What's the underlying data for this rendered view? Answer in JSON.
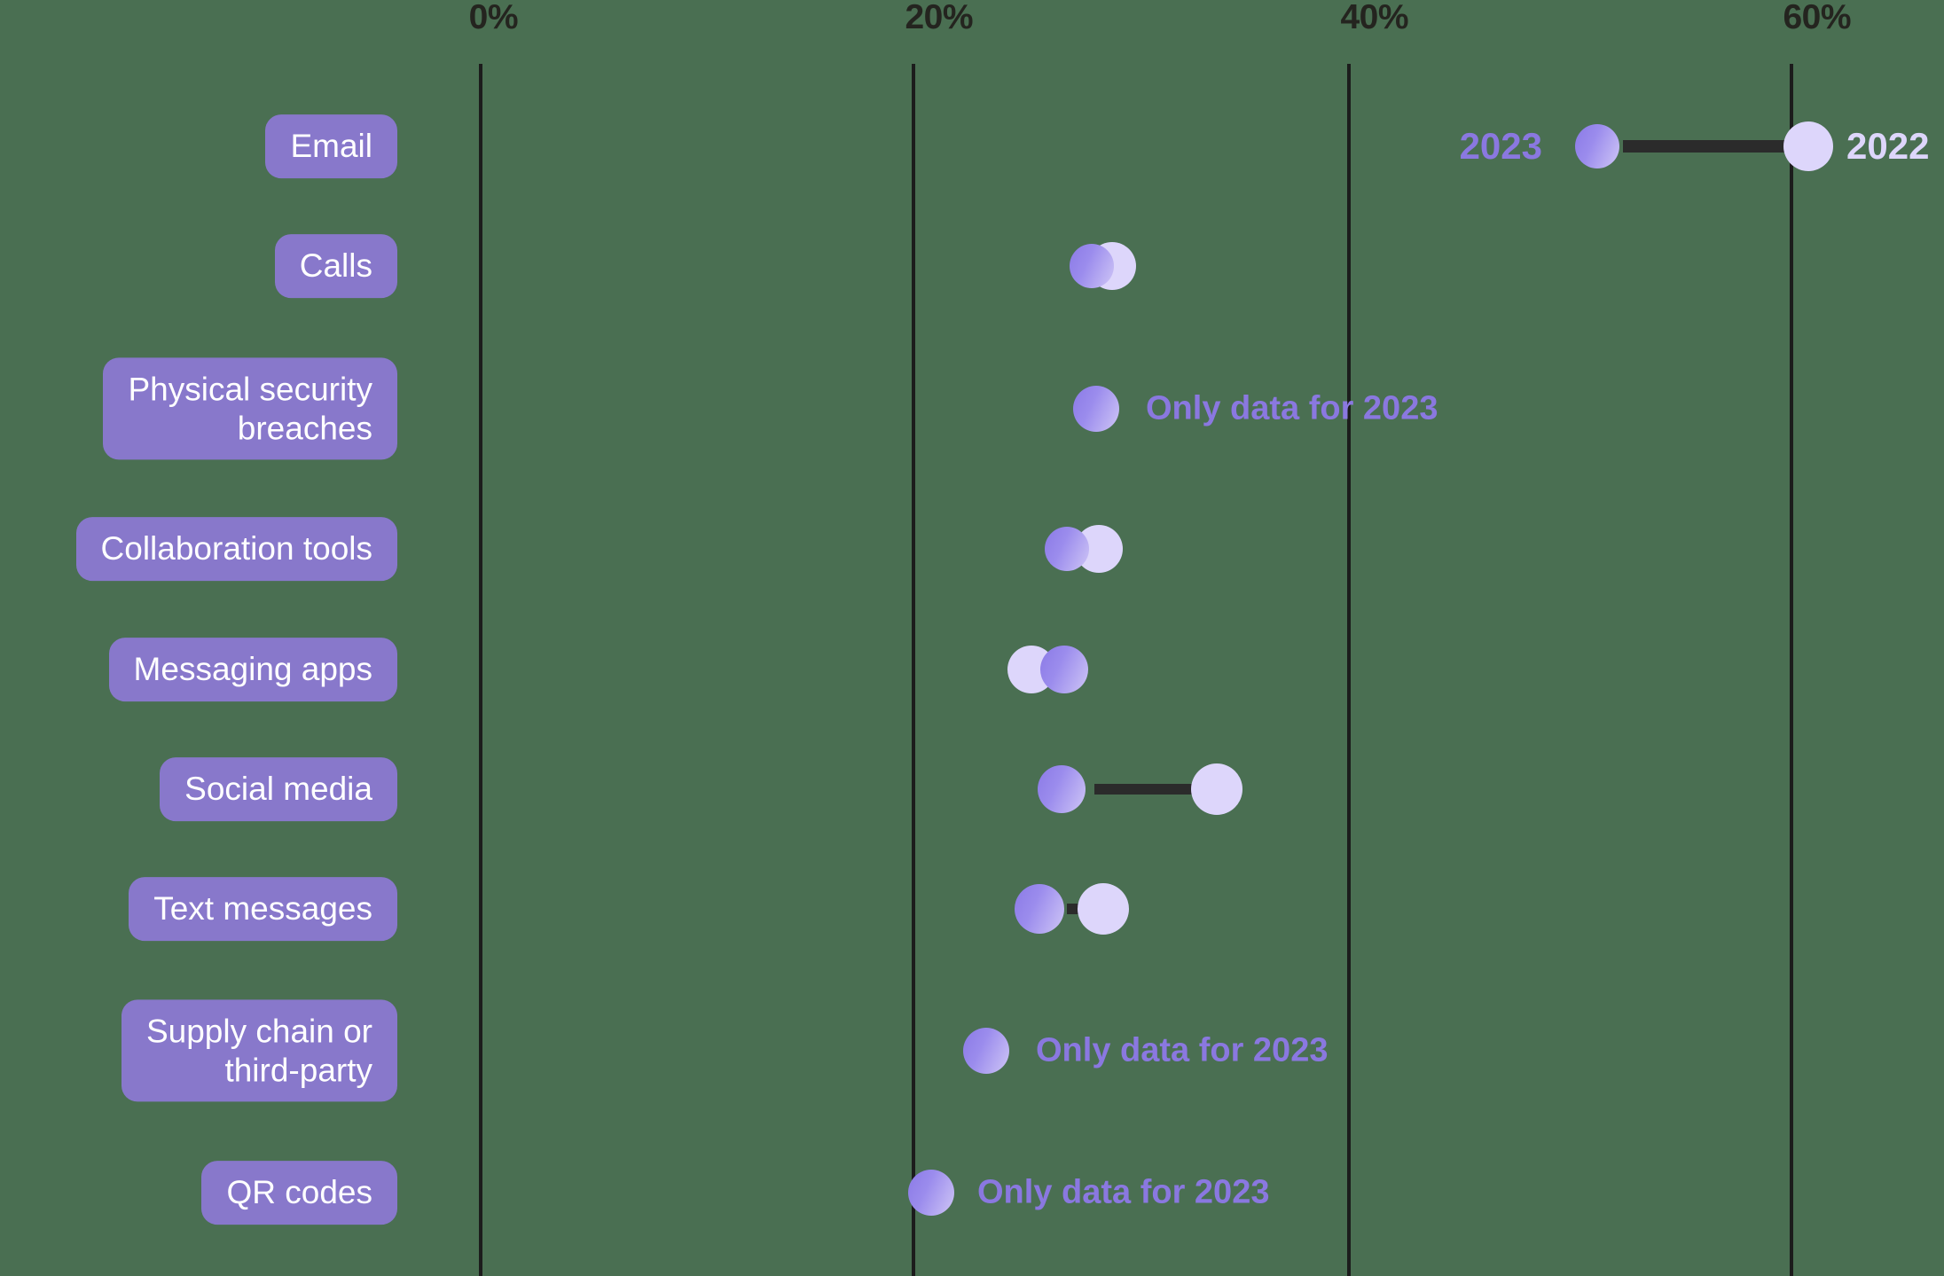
{
  "chart_data": {
    "type": "scatter",
    "subtype": "dumbbell",
    "title": "",
    "xlabel": "",
    "ylabel": "",
    "xlim": [
      -3,
      64
    ],
    "xticks": [
      0,
      20,
      40,
      60
    ],
    "xticklabels": [
      "0%",
      "20%",
      "40%",
      "60%"
    ],
    "grid": true,
    "legend_position": "top-right",
    "series": [
      {
        "name": "2023",
        "color": "#8a78e0"
      },
      {
        "name": "2022",
        "color": "#ddd6fb"
      }
    ],
    "categories": [
      "Email",
      "Calls",
      "Physical security breaches",
      "Collaboration tools",
      "Messaging apps",
      "Social media",
      "Text messages",
      "Supply chain or third-party",
      "QR codes"
    ],
    "points": [
      {
        "category": "Email",
        "v2023": 51.5,
        "v2022": 61.0,
        "note": ""
      },
      {
        "category": "Calls",
        "v2023": 28.0,
        "v2022": 29.0,
        "note": ""
      },
      {
        "category": "Physical security breaches",
        "v2023": 28.2,
        "v2022": null,
        "note": "Only data for 2023"
      },
      {
        "category": "Collaboration tools",
        "v2023": 26.9,
        "v2022": 28.4,
        "note": ""
      },
      {
        "category": "Messaging apps",
        "v2023": 26.8,
        "v2022": 25.4,
        "note": ""
      },
      {
        "category": "Social media",
        "v2023": 26.7,
        "v2022": 33.8,
        "note": ""
      },
      {
        "category": "Text messages",
        "v2023": 25.6,
        "v2022": 28.5,
        "note": ""
      },
      {
        "category": "Supply chain or third-party",
        "v2023": 23.1,
        "v2022": null,
        "note": "Only data for 2023"
      },
      {
        "category": "QR codes",
        "v2023": 20.6,
        "v2022": null,
        "note": "Only data for 2023"
      }
    ]
  },
  "axis": {
    "tick_0": "0%",
    "tick_20": "20%",
    "tick_40": "40%",
    "tick_60": "60%"
  },
  "legend": {
    "left_label": "2023",
    "right_label": "2022"
  },
  "labels": {
    "email": "Email",
    "calls": "Calls",
    "physical": "Physical security\nbreaches",
    "collab": "Collaboration tools",
    "messaging": "Messaging apps",
    "social": "Social media",
    "text": "Text messages",
    "supply": "Supply chain or\nthird-party",
    "qr": "QR codes"
  },
  "notes": {
    "physical": "Only data for 2023",
    "supply": "Only data for 2023",
    "qr": "Only data for 2023"
  },
  "colors": {
    "background": "#4a6f52",
    "pill": "#8878cb",
    "pill_text": "#ffffff",
    "dot_2023": "#8a78e0",
    "dot_2022": "#ddd6fb",
    "connector": "#2b2b2b",
    "gridline": "#1c1c1c",
    "tick_text": "#24241f"
  }
}
